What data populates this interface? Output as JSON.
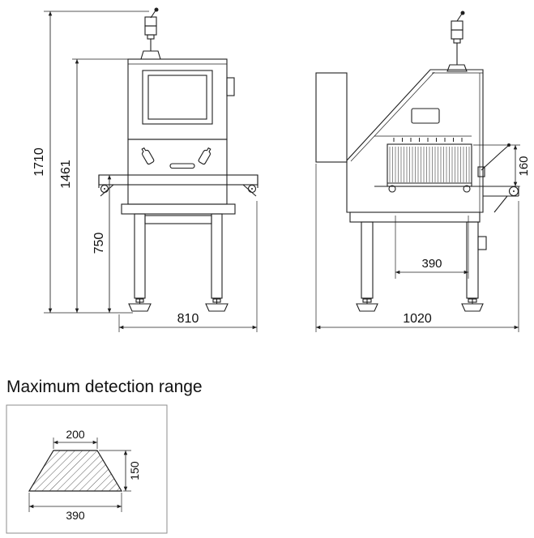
{
  "colors": {
    "line": "#1f1f1f",
    "hood_shade": "#efefef",
    "panel_shade": "#f4f4f4",
    "box_border": "#8c8c8c"
  },
  "front_view": {
    "dim_total_height": "1710",
    "dim_cabinet_height": "1461",
    "dim_belt_height": "750",
    "dim_width": "810"
  },
  "side_view": {
    "dim_passage_height": "160",
    "dim_inner_width": "390",
    "dim_length": "1020"
  },
  "detection_range": {
    "title": "Maximum detection range",
    "dim_top_width": "200",
    "dim_height": "150",
    "dim_bottom_width": "390"
  }
}
